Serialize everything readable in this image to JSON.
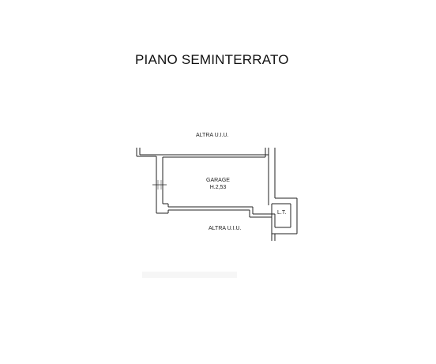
{
  "title": "PIANO SEMINTERRATO",
  "labels": {
    "top_neighbor": "ALTRA U.I.U.",
    "bottom_neighbor": "ALTRA U.I.U.",
    "room_name": "GARAGE",
    "room_height": "H.2,53",
    "stair": "L.T."
  },
  "colors": {
    "wall_fill": "#f3f3f3",
    "wall_stroke": "#222222",
    "background": "#ffffff"
  }
}
